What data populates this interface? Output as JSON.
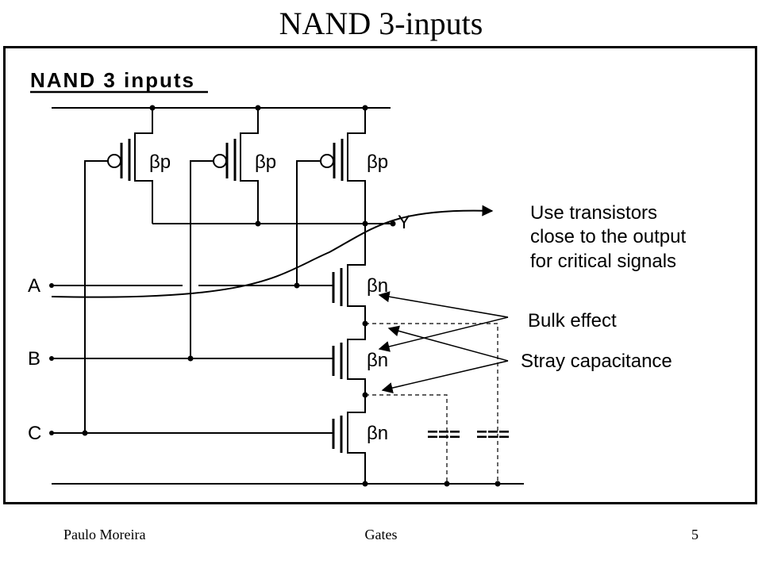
{
  "slide": {
    "title": "NAND 3-inputs",
    "footer_left": "Paulo Moreira",
    "footer_center": "Gates",
    "footer_right": "5"
  },
  "diagram": {
    "heading": "NAND 3 inputs",
    "inputs": [
      "A",
      "B",
      "C"
    ],
    "output": "Y",
    "pmos_label": "βp",
    "nmos_label": "βn",
    "capacitor_label": "===",
    "annotations": {
      "output_note": [
        "Use transistors",
        "close to the output",
        "for critical signals"
      ],
      "bulk_effect": "Bulk effect",
      "stray_capacitance": "Stray capacitance"
    },
    "colors": {
      "ink": "#000000",
      "background": "#ffffff"
    }
  }
}
